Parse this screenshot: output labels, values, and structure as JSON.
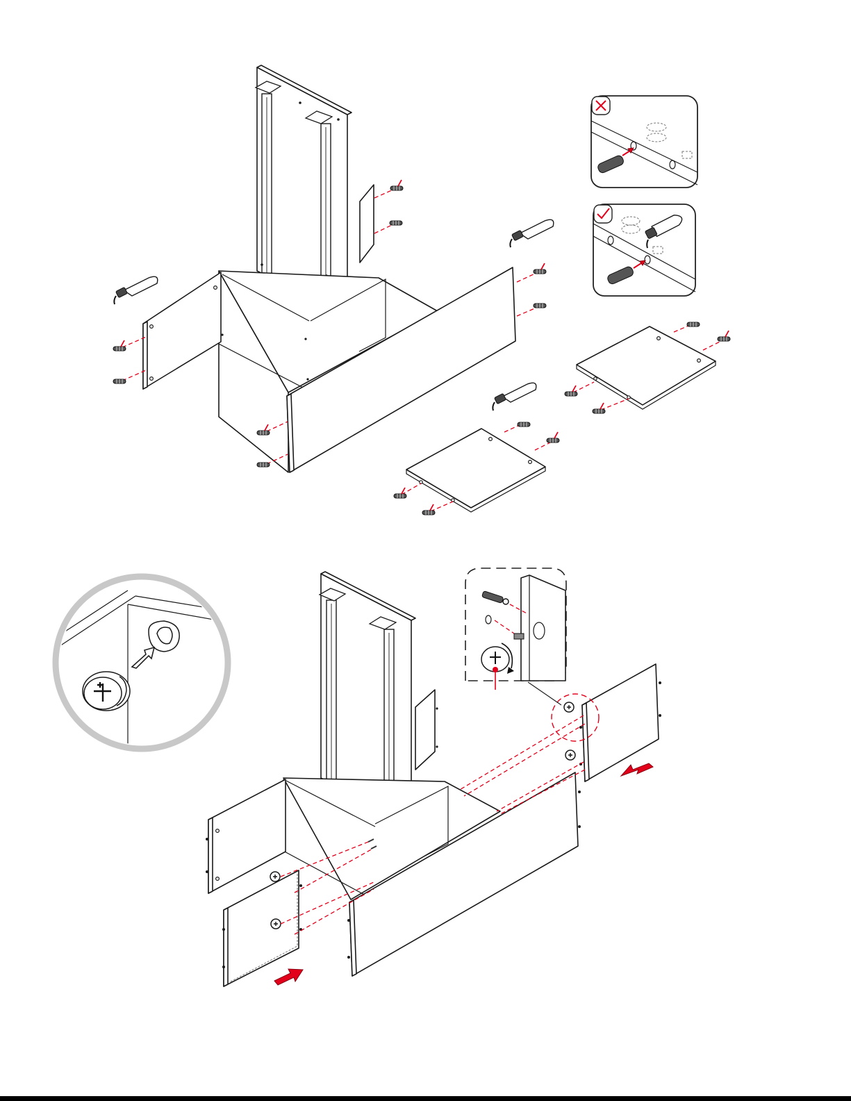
{
  "sheet": {
    "step_top": {
      "callouts": [
        {
          "status": "incorrect",
          "icon": "cross-mark-icon"
        },
        {
          "status": "correct",
          "icon": "check-mark-icon"
        }
      ],
      "parts": [
        "tall-back-panel",
        "left-side-panel",
        "front-panel",
        "divider-panel",
        "upper-shelf",
        "lower-shelf",
        "wood-dowels",
        "glue-bottles"
      ]
    },
    "step_bottom": {
      "callouts": [
        {
          "status": "cam-lock-detail",
          "icon": "cam-lock-icon"
        },
        {
          "status": "cam-screw-detail",
          "icon": "cam-screw-icon"
        }
      ],
      "parts": [
        "tall-back-panel",
        "left-end-panel",
        "right-end-panel",
        "front-panel",
        "cam-locks",
        "cam-screws"
      ]
    }
  },
  "colors": {
    "line": "#1a1a1a",
    "accent_red": "#e3001b",
    "callout_ring": "#c8c8c8",
    "background": "#ffffff"
  }
}
